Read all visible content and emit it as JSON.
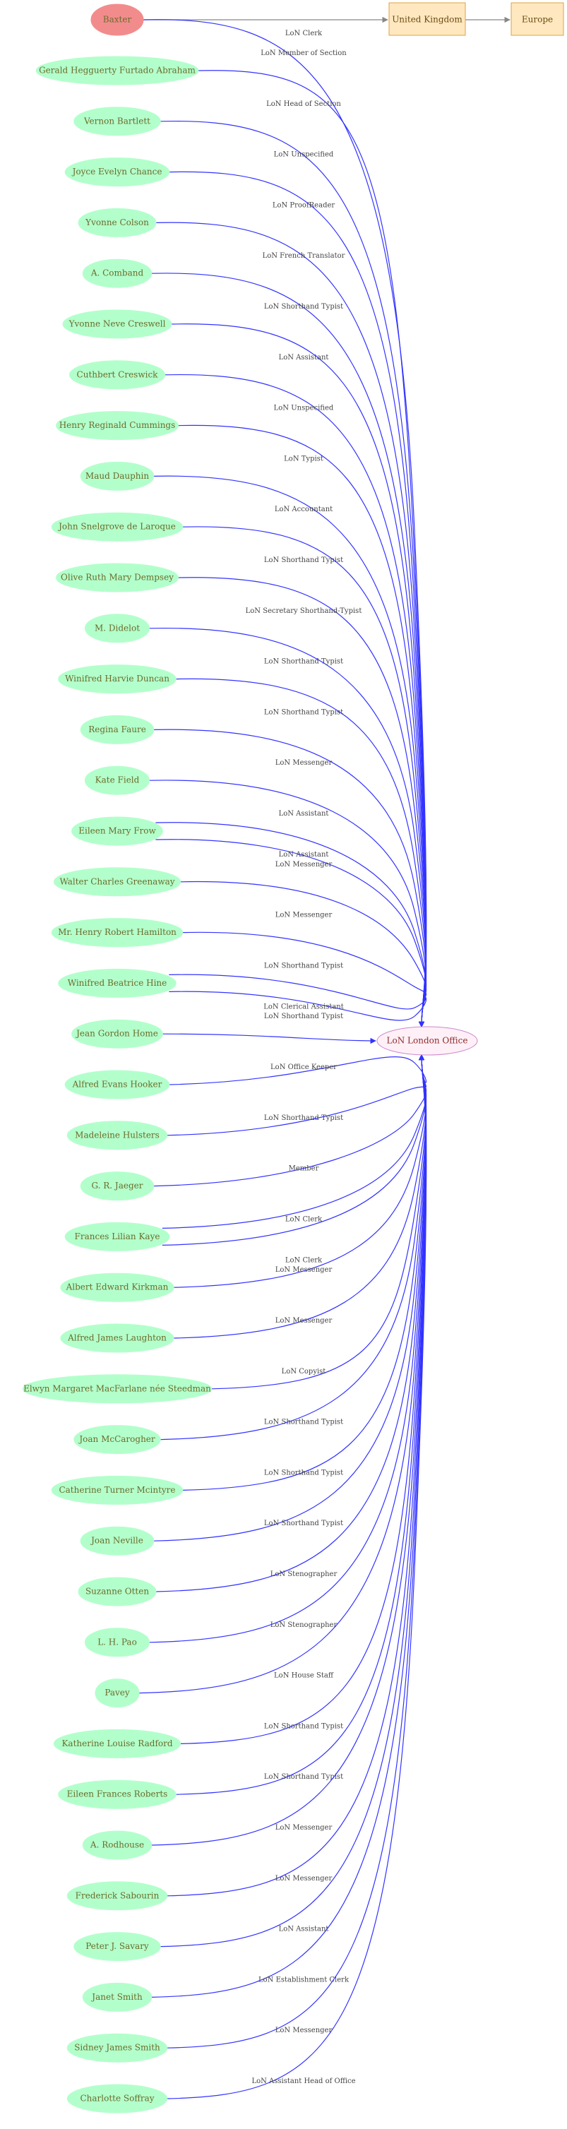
{
  "colors": {
    "edge_blue": "#3333ff",
    "edge_grey": "#888888",
    "person_fill": "#b3ffcc",
    "origin_fill": "#f28c8c",
    "box_fill": "#ffe8c0",
    "hub_fill": "#fff0f7"
  },
  "origin": {
    "label": "Baxter",
    "edge_label": "LoN Clerk"
  },
  "places": [
    {
      "label": "United Kingdom"
    },
    {
      "label": "Europe"
    }
  ],
  "hub": {
    "label": "LoN London Office"
  },
  "people": [
    {
      "label": "Gerald Hegguerty Furtado Abraham",
      "edges": [
        "LoN Member of Section"
      ]
    },
    {
      "label": "Vernon Bartlett",
      "edges": [
        "LoN Head of Section"
      ]
    },
    {
      "label": "Joyce Evelyn Chance",
      "edges": [
        "LoN Unspecified"
      ]
    },
    {
      "label": "Yvonne Colson",
      "edges": [
        "LoN ProofReader"
      ]
    },
    {
      "label": "A.  Comband",
      "edges": [
        "LoN French Translator"
      ]
    },
    {
      "label": "Yvonne Neve Creswell",
      "edges": [
        "LoN Shorthand Typist"
      ]
    },
    {
      "label": "Cuthbert Creswick",
      "edges": [
        "LoN Assistant"
      ]
    },
    {
      "label": "Henry Reginald Cummings",
      "edges": [
        "LoN Unspecified"
      ]
    },
    {
      "label": "Maud Dauphin",
      "edges": [
        "LoN Typist"
      ]
    },
    {
      "label": "John Snelgrove de Laroque",
      "edges": [
        "LoN Accountant"
      ]
    },
    {
      "label": "Olive Ruth Mary Dempsey",
      "edges": [
        "LoN Shorthand Typist"
      ]
    },
    {
      "label": "M. Didelot",
      "edges": [
        "LoN Secretary Shorthand-Typist"
      ]
    },
    {
      "label": "Winifred Harvie Duncan",
      "edges": [
        "LoN Shorthand Typist"
      ]
    },
    {
      "label": "Regina Faure",
      "edges": [
        "LoN Shorthand Typist"
      ]
    },
    {
      "label": "Kate Field",
      "edges": [
        "LoN Messenger"
      ]
    },
    {
      "label": "Eileen Mary Frow",
      "edges": [
        "LoN Assistant",
        "LoN Assistant"
      ]
    },
    {
      "label": "Walter Charles Greenaway",
      "edges": [
        "LoN Messenger"
      ]
    },
    {
      "label": "Mr. Henry Robert Hamilton",
      "edges": [
        "LoN Messenger"
      ]
    },
    {
      "label": "Winifred Beatrice Hine",
      "edges": [
        "LoN Shorthand Typist",
        "LoN Clerical Assistant"
      ]
    },
    {
      "label": "Jean Gordon Home",
      "edges": [
        "LoN Shorthand Typist"
      ]
    },
    {
      "label": "Alfred Evans Hooker",
      "edges": [
        "LoN Office Keeper"
      ]
    },
    {
      "label": "Madeleine Hulsters",
      "edges": [
        "LoN Shorthand Typist"
      ]
    },
    {
      "label": "G. R. Jaeger",
      "edges": [
        "Member"
      ]
    },
    {
      "label": "Frances Lilian Kaye",
      "edges": [
        "LoN Clerk",
        "LoN Clerk"
      ]
    },
    {
      "label": "Albert Edward Kirkman",
      "edges": [
        "LoN Messenger"
      ]
    },
    {
      "label": "Alfred James Laughton",
      "edges": [
        "LoN Messenger"
      ]
    },
    {
      "label": "Elwyn Margaret MacFarlane née Steedman",
      "edges": [
        "LoN Copyist"
      ]
    },
    {
      "label": "Joan McCarogher",
      "edges": [
        "LoN Shorthand Typist"
      ]
    },
    {
      "label": "Catherine Turner Mcintyre",
      "edges": [
        "LoN Shorthand Typist"
      ]
    },
    {
      "label": "Joan Neville",
      "edges": [
        "LoN Shorthand Typist"
      ]
    },
    {
      "label": "Suzanne Otten",
      "edges": [
        "LoN Stenographer"
      ]
    },
    {
      "label": "L. H.  Pao",
      "edges": [
        "LoN Stenographer"
      ]
    },
    {
      "label": "Pavey",
      "edges": [
        "LoN House Staff"
      ]
    },
    {
      "label": "Katherine Louise Radford",
      "edges": [
        "LoN Shorthand Typist"
      ]
    },
    {
      "label": "Eileen Frances Roberts",
      "edges": [
        "LoN Shorthand Typist"
      ]
    },
    {
      "label": "A. Rodhouse",
      "edges": [
        "LoN Messenger"
      ]
    },
    {
      "label": "Frederick Sabourin",
      "edges": [
        "LoN Messenger"
      ]
    },
    {
      "label": "Peter J. Savary",
      "edges": [
        "LoN Assistant"
      ]
    },
    {
      "label": "Janet Smith",
      "edges": [
        "LoN Establishment Clerk"
      ]
    },
    {
      "label": "Sidney James Smith",
      "edges": [
        "LoN Messenger"
      ]
    },
    {
      "label": "Charlotte  Soffray",
      "edges": [
        "LoN Assistant Head of Office"
      ]
    }
  ]
}
